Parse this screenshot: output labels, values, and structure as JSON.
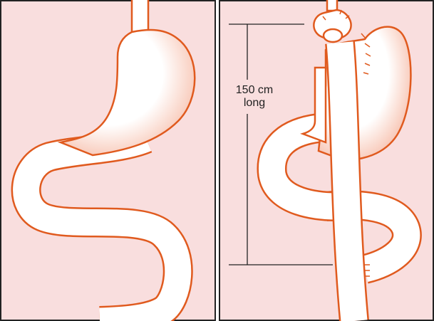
{
  "figure": {
    "left_panel": {
      "description_name": "normal-stomach-and-intestine"
    },
    "right_panel": {
      "description_name": "gastric-bypass-roux-limb",
      "measurement": {
        "value_text": "150 cm",
        "unit_note": "long"
      }
    }
  },
  "colors": {
    "panel_background": "#f9dede",
    "organ_outline": "#e05a1e",
    "organ_fill": "#ffffff",
    "border": "#222222",
    "measure_line": "#222222"
  }
}
